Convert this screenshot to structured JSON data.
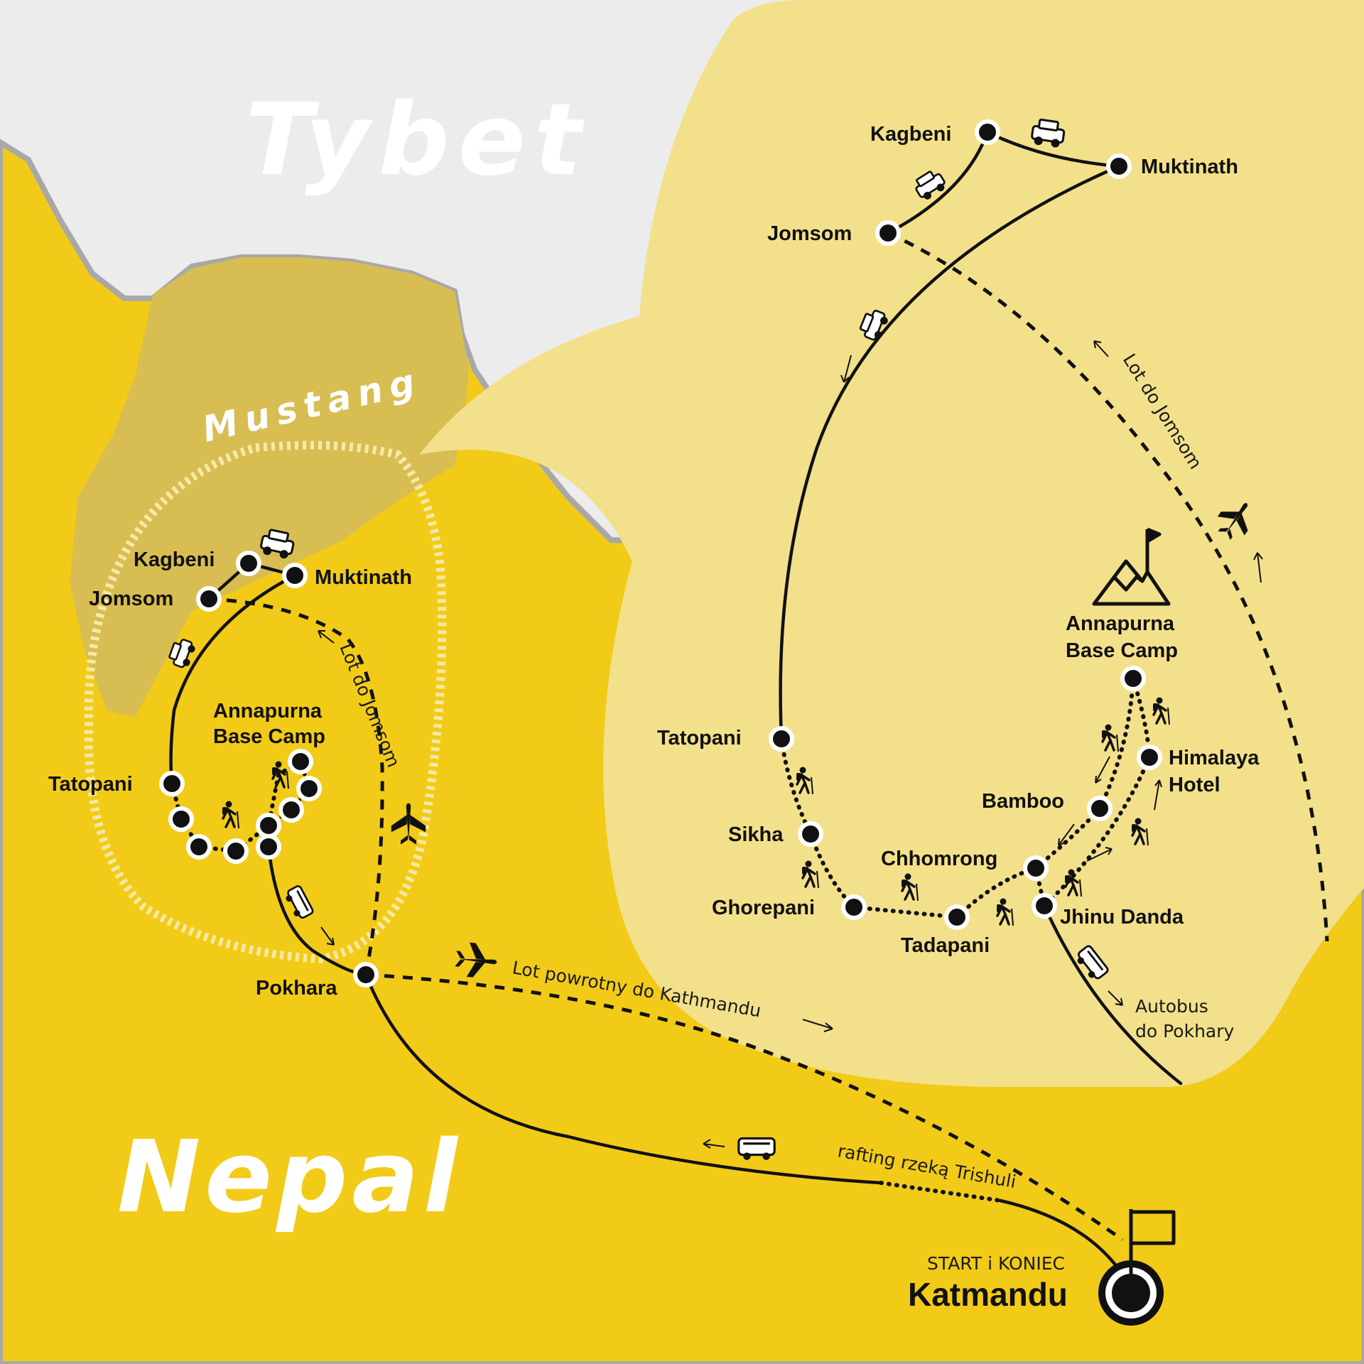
{
  "regions": {
    "tibet": "Tybet",
    "nepal": "Nepal",
    "mustang": "Mustang"
  },
  "colors": {
    "nepal": "#f2cb18",
    "tibet": "#ececec",
    "mustang": "#d8bd52",
    "inset": "#f3e08b",
    "border": "#a8a8a8"
  },
  "overview": {
    "kagbeni": "Kagbeni",
    "muktinath": "Muktinath",
    "jomsom": "Jomsom",
    "tatopani": "Tatopani",
    "abc_line1": "Annapurna",
    "abc_line2": "Base Camp",
    "pokhara": "Pokhara",
    "flight_jomsom": "Lot do Jomsom",
    "flight_return": "Lot powrotny do Kathmandu",
    "rafting": "rafting rzeką Trishuli",
    "start_end": "START i KONIEC",
    "kathmandu": "Katmandu"
  },
  "inset": {
    "kagbeni": "Kagbeni",
    "muktinath": "Muktinath",
    "jomsom": "Jomsom",
    "flight_jomsom": "Lot do Jomsom",
    "abc_line1": "Annapurna",
    "abc_line2": "Base Camp",
    "tatopani": "Tatopani",
    "himalaya_line1": "Himalaya",
    "himalaya_line2": "Hotel",
    "bamboo": "Bamboo",
    "sikha": "Sikha",
    "chhomrong": "Chhomrong",
    "ghorepani": "Ghorepani",
    "tadapani": "Tadapani",
    "jhinu": "Jhinu Danda",
    "bus_line1": "Autobus",
    "bus_line2": "do Pokhary"
  }
}
